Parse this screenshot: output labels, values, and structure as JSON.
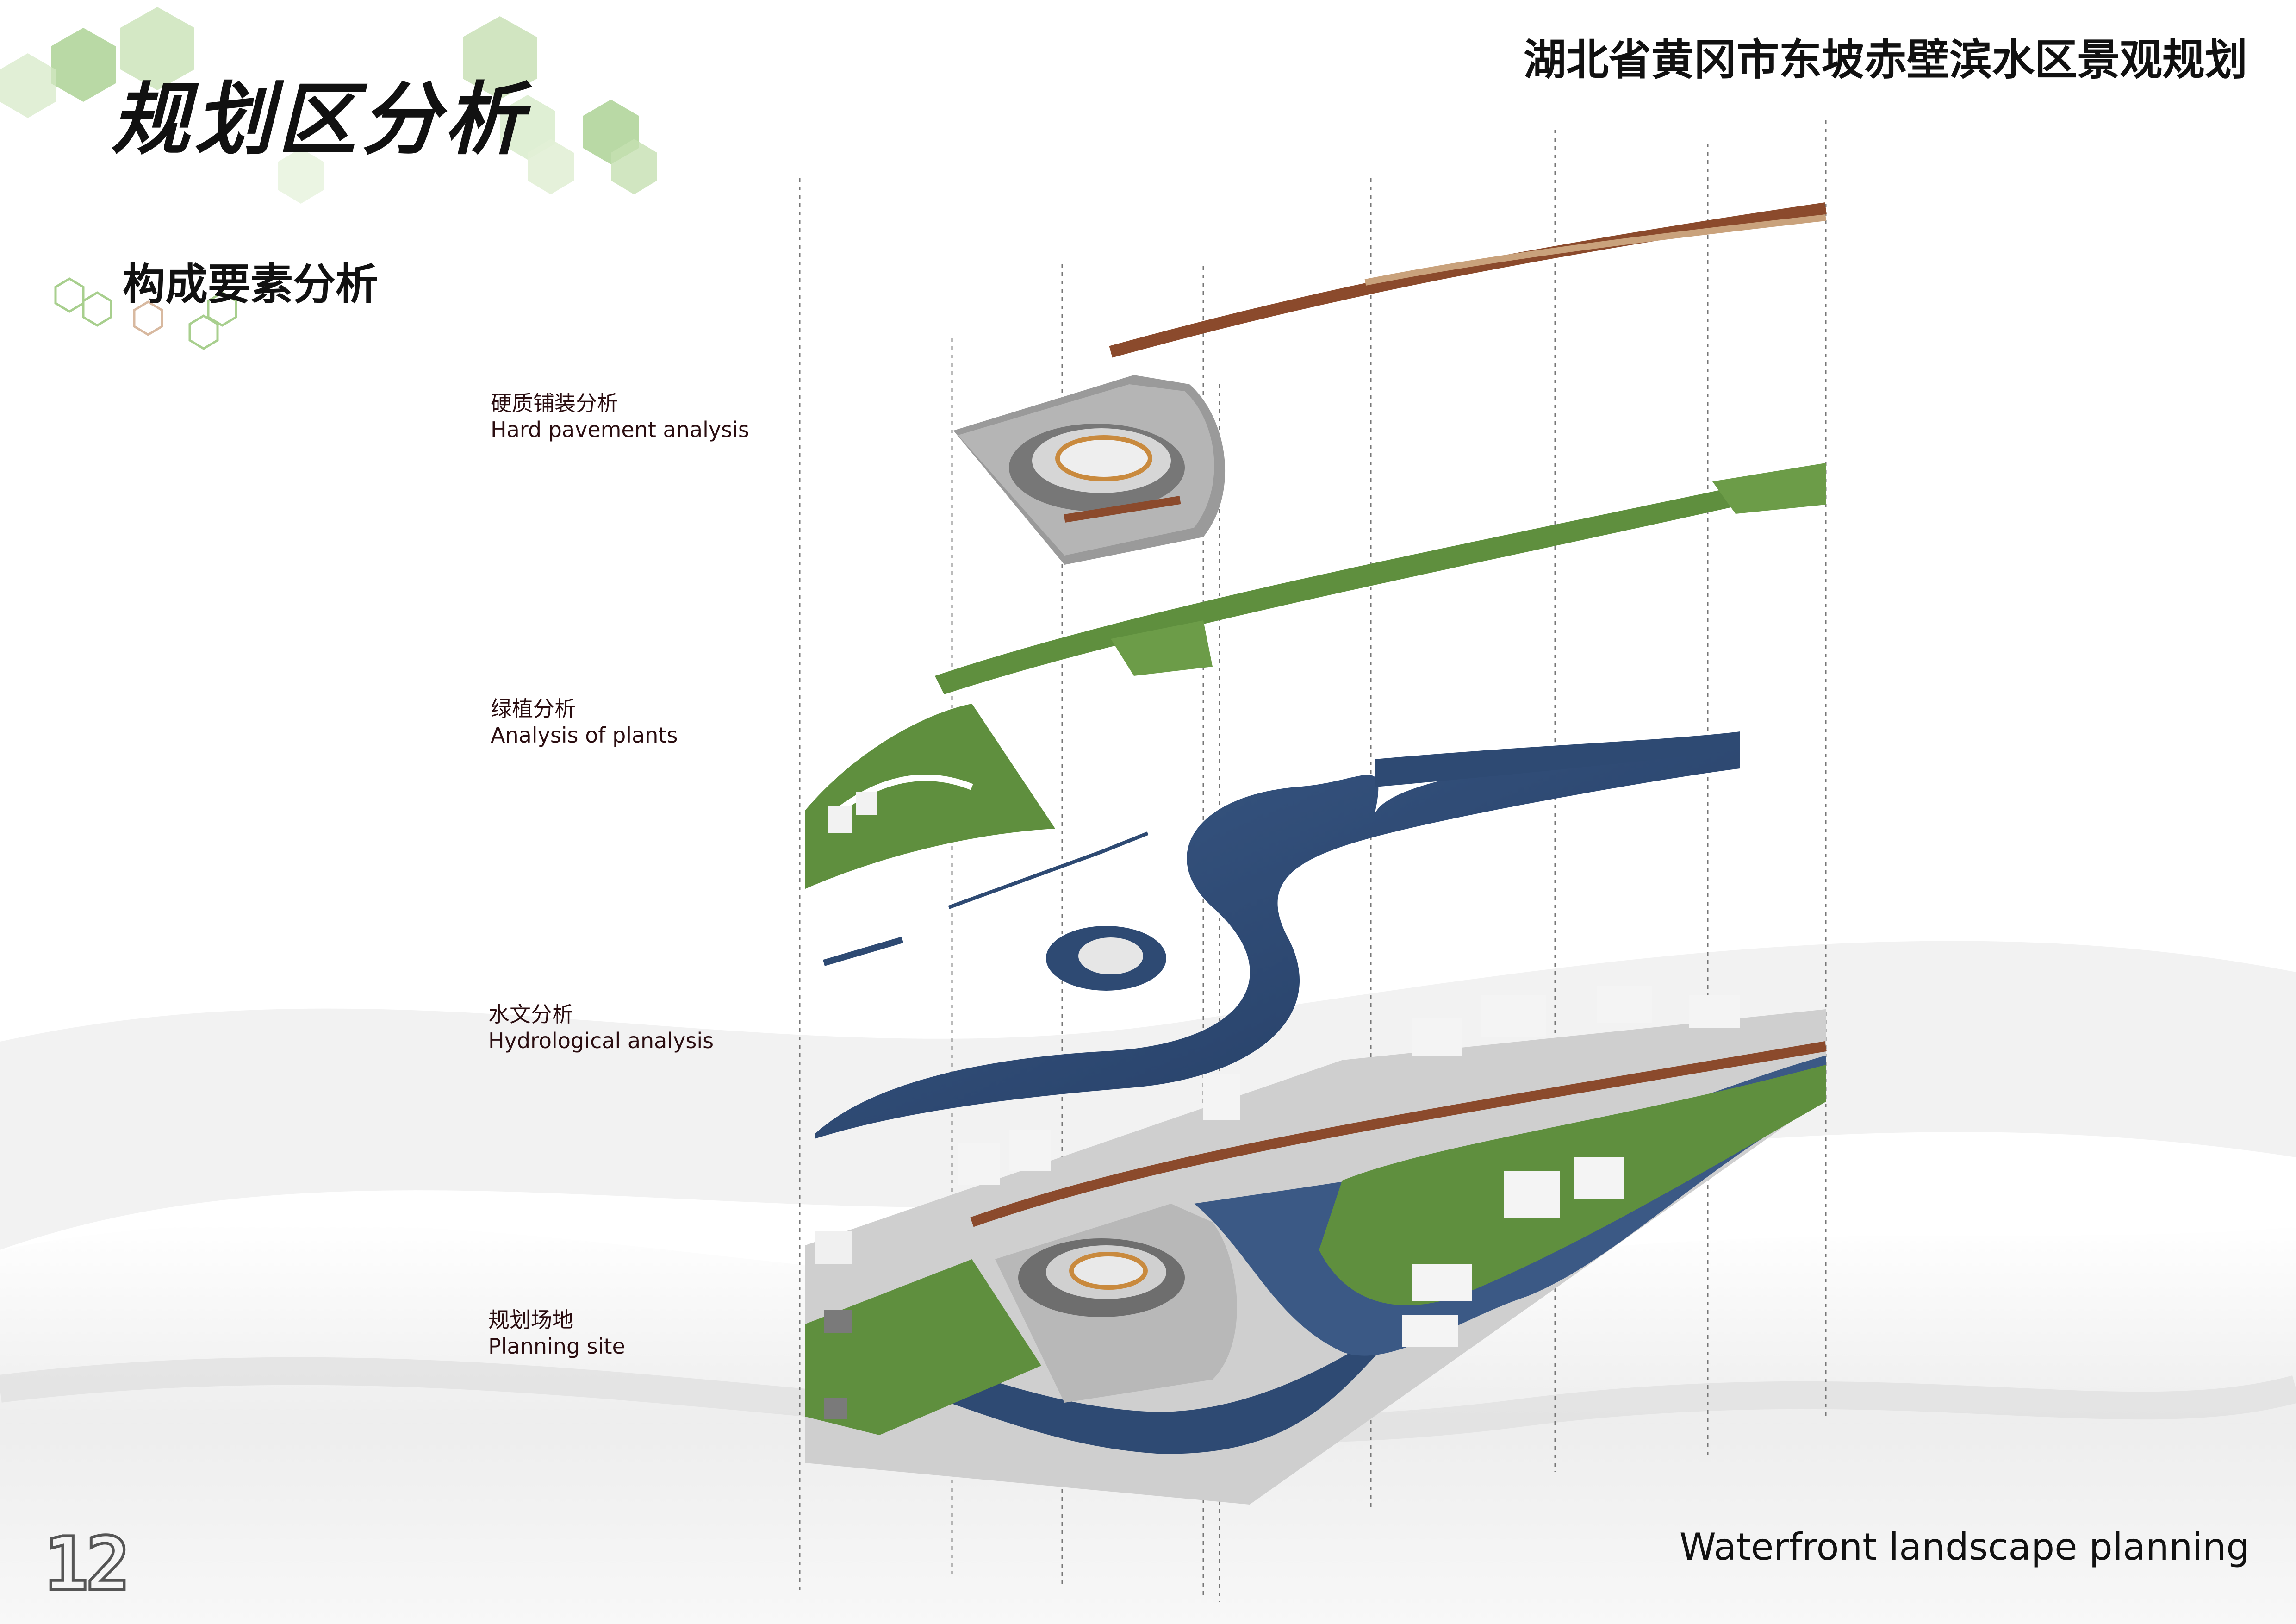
{
  "header": {
    "main_title": "规划区分析",
    "project_title": "湖北省黄冈市东坡赤壁滨水区景观规划"
  },
  "section": {
    "heading": "构成要素分析"
  },
  "layers": [
    {
      "zh": "硬质铺装分析",
      "en": "Hard pavement analysis"
    },
    {
      "zh": "绿植分析",
      "en": "Analysis of plants"
    },
    {
      "zh": "水文分析",
      "en": "Hydrological analysis"
    },
    {
      "zh": "规划场地",
      "en": "Planning site"
    }
  ],
  "footer": {
    "title": "Waterfront landscape planning",
    "page_number": "12"
  },
  "colors": {
    "water": "#2e4a73",
    "plants": "#5f8f3e",
    "pavement": "#8b4a2c",
    "hex_green": "#a8cf8e"
  }
}
